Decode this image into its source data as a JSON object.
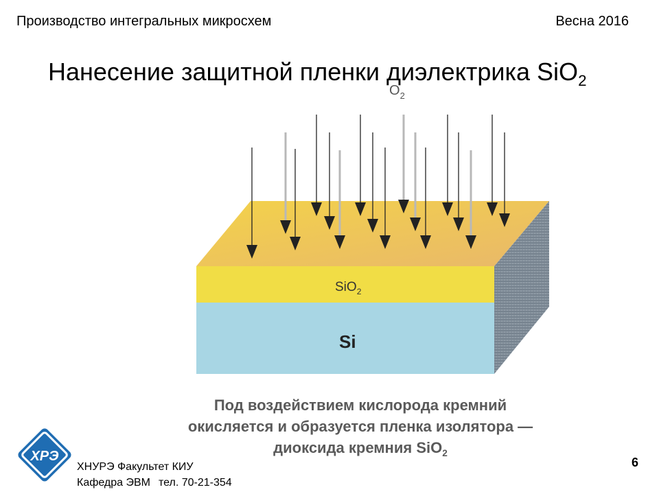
{
  "header": {
    "course": "Производство интегральных микросхем",
    "season": "Весна 2016"
  },
  "slide": {
    "title_main": "Нанесение защитной пленки диэлектрика SiO",
    "title_sub": "2",
    "page_number": "6"
  },
  "diagram": {
    "gas_label_main": "O",
    "gas_label_sub": "2",
    "oxide_label_main": "SiO",
    "oxide_label_sub": "2",
    "substrate_label": "Si",
    "colors": {
      "oxide": "#f1dd45",
      "oxide_top": "#eec163",
      "substrate": "#a8d6e4",
      "side_face": "#7a8a96",
      "arrow": "#222222",
      "arrow_light": "#b8b8b8"
    }
  },
  "caption": {
    "line1": "Под воздействием кислорода кремний",
    "line2": "окисляется и образуется пленка изолятора —",
    "line3_main": "диоксида кремния SiO",
    "line3_sub": "2"
  },
  "footer": {
    "org_line1": "ХНУРЭ Факультет КИУ",
    "org_line2_dept": "Кафедра ЭВМ",
    "org_line2_phone": "тел. 70-21-354",
    "logo_text": "ХРЭ"
  }
}
